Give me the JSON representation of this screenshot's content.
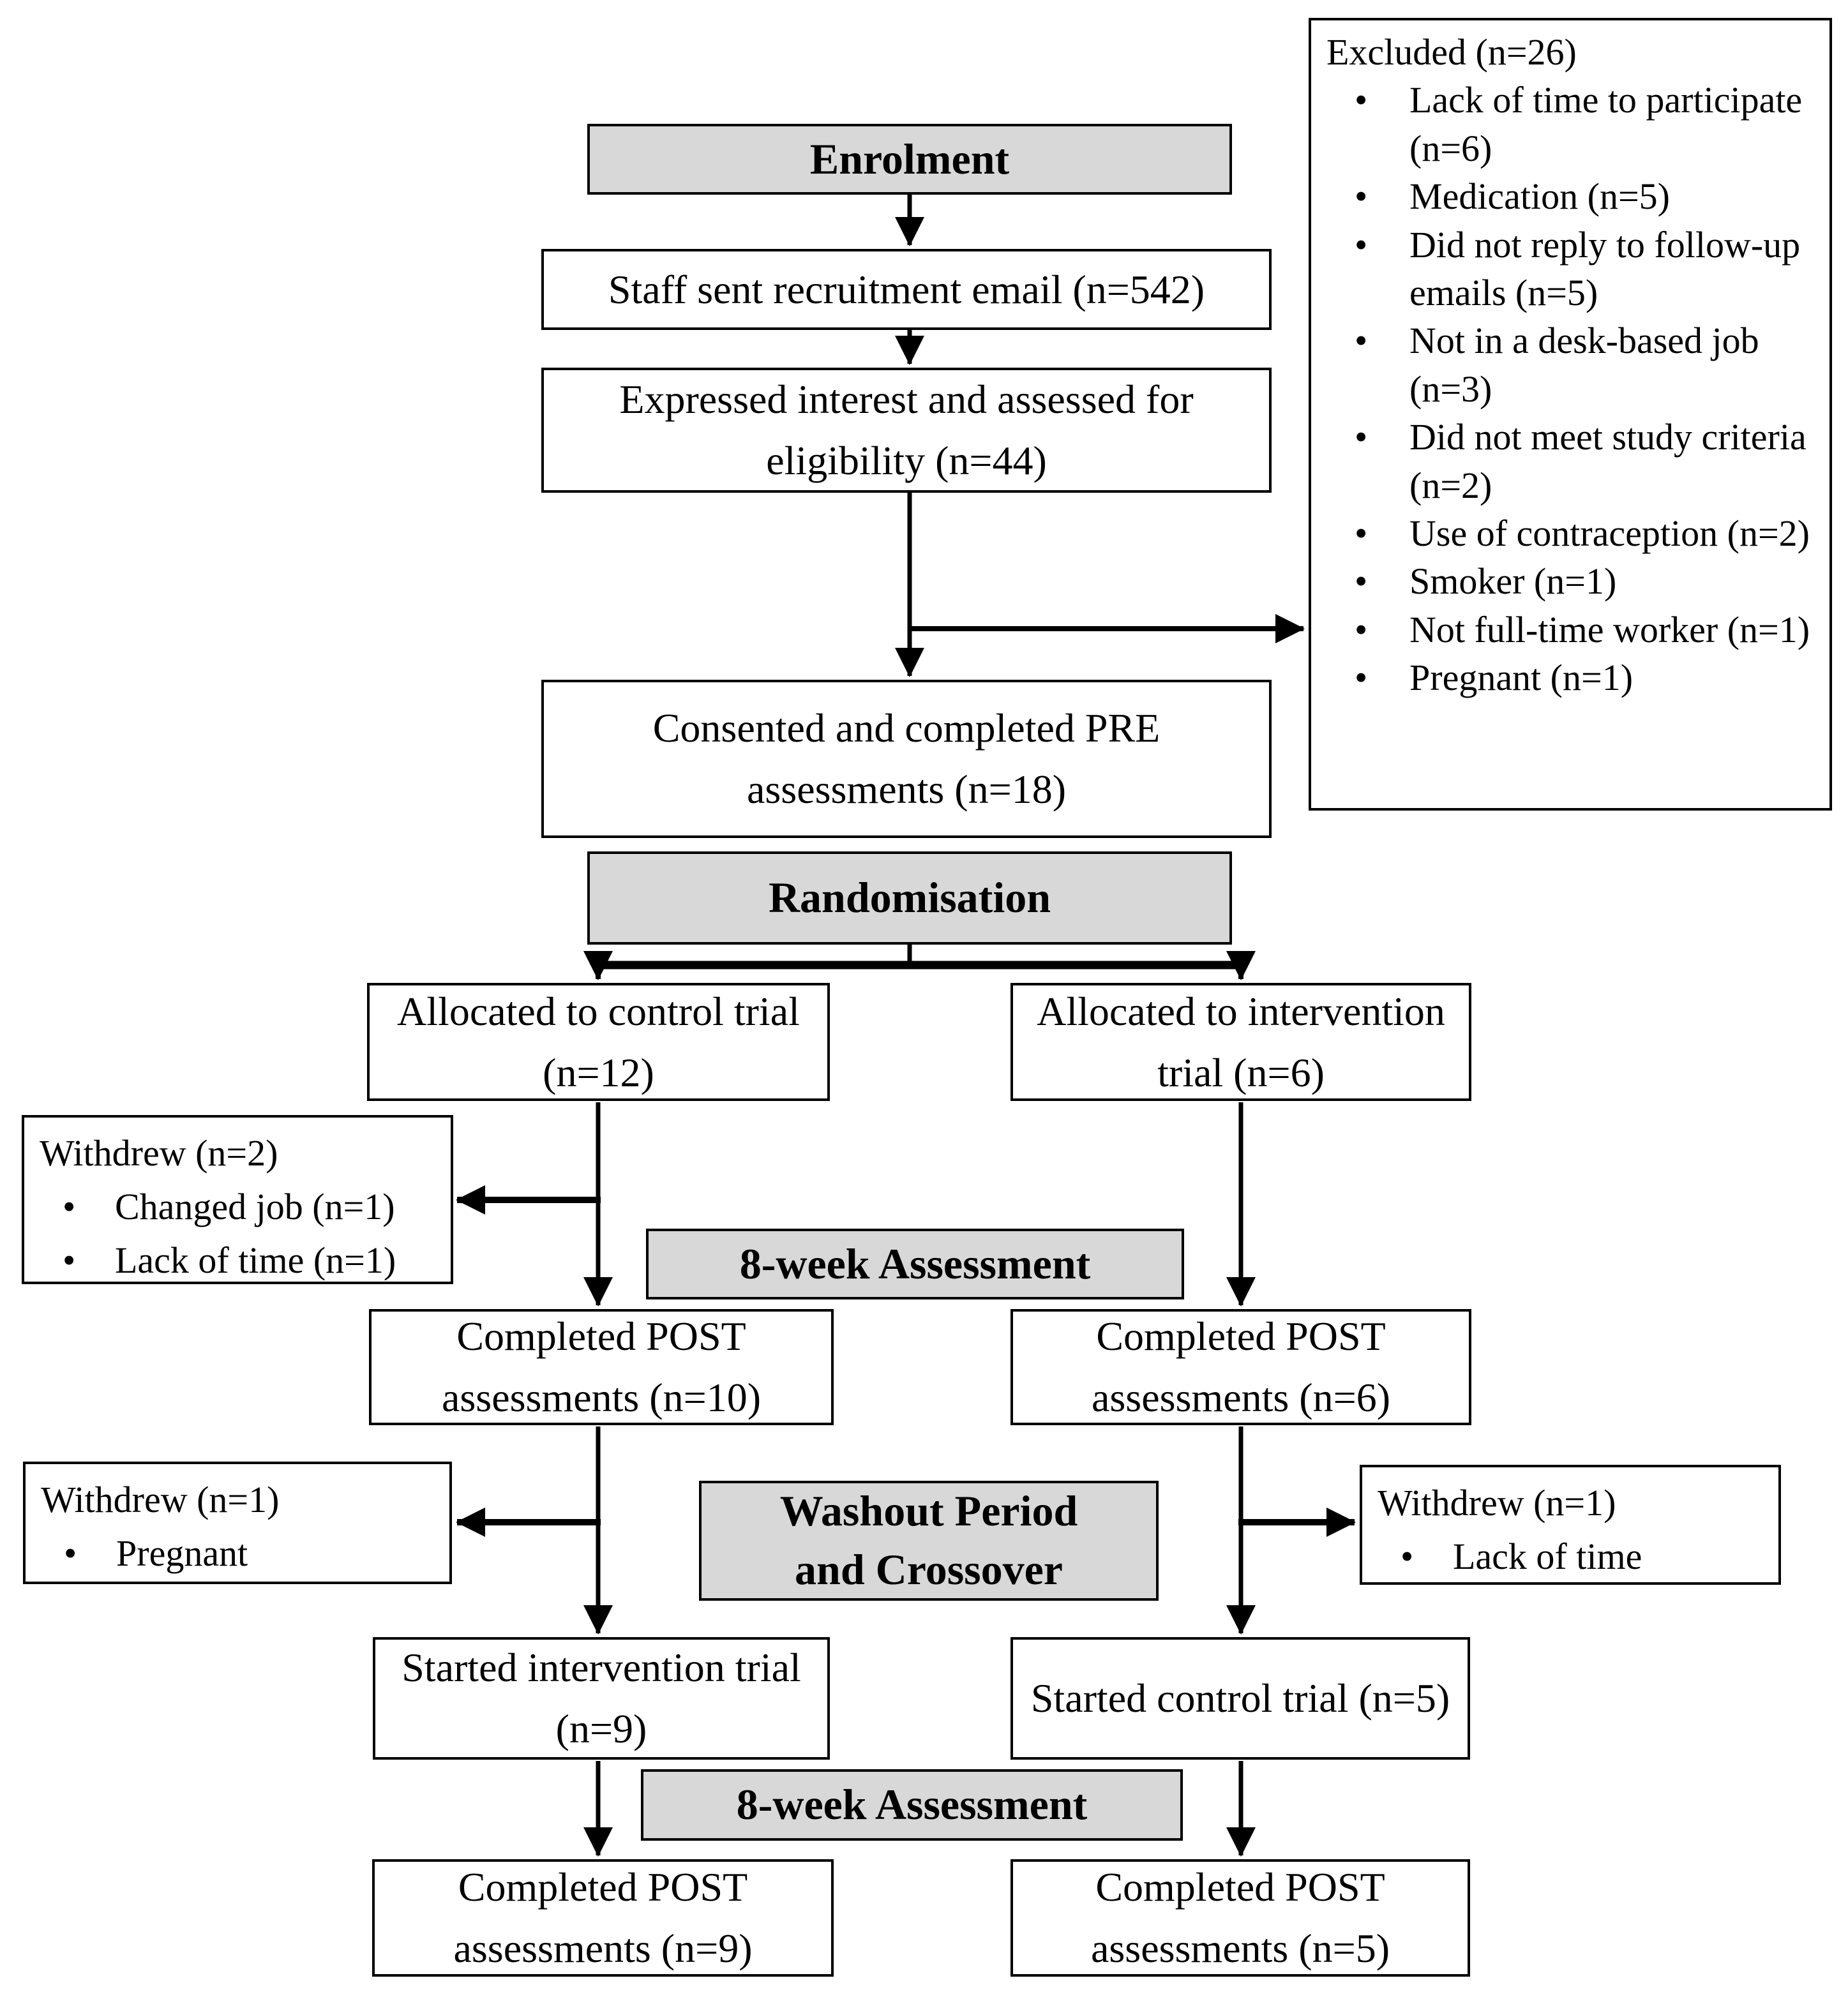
{
  "colors": {
    "band_fill": "#d8d8d8",
    "box_fill": "#ffffff",
    "border": "#000000",
    "arrow": "#000000",
    "background": "#ffffff"
  },
  "diagram": {
    "bands": {
      "enrolment": "Enrolment",
      "randomisation": "Randomisation",
      "assessment_week8_first": "8-week Assessment",
      "washout_line1": "Washout Period",
      "washout_line2": "and Crossover",
      "assessment_week8_second": "8-week Assessment"
    },
    "flow_boxes": {
      "recruitment": "Staff sent recruitment email (n=542)",
      "expressed_interest": "Expressed interest and assessed for eligibility (n=44)",
      "consented": "Consented and completed PRE assessments (n=18)",
      "allocated_control": "Allocated to control trial (n=12)",
      "allocated_intervention": "Allocated to intervention trial (n=6)",
      "completed_post_control": "Completed POST assessments (n=10)",
      "completed_post_intervention": "Completed POST assessments (n=6)",
      "started_intervention": "Started intervention trial (n=9)",
      "started_control": "Started control trial (n=5)",
      "completed_post_crossover_intervention": "Completed POST assessments (n=9)",
      "completed_post_crossover_control": "Completed POST assessments (n=5)"
    },
    "excluded": {
      "title": "Excluded (n=26)",
      "items": [
        "Lack of time to participate (n=6)",
        "Medication (n=5)",
        "Did not reply to follow-up emails (n=5)",
        "Not in a desk-based job (n=3)",
        "Did not meet study criteria (n=2)",
        "Use of contraception (n=2)",
        "Smoker (n=1)",
        "Not full-time worker (n=1)",
        "Pregnant (n=1)"
      ]
    },
    "withdrew_allocation": {
      "title": "Withdrew (n=2)",
      "items": [
        "Changed job (n=1)",
        "Lack of time (n=1)"
      ]
    },
    "withdrew_washout_control": {
      "title": "Withdrew (n=1)",
      "items": [
        "Pregnant"
      ]
    },
    "withdrew_washout_intervention": {
      "title": "Withdrew (n=1)",
      "items": [
        "Lack of time"
      ]
    }
  }
}
